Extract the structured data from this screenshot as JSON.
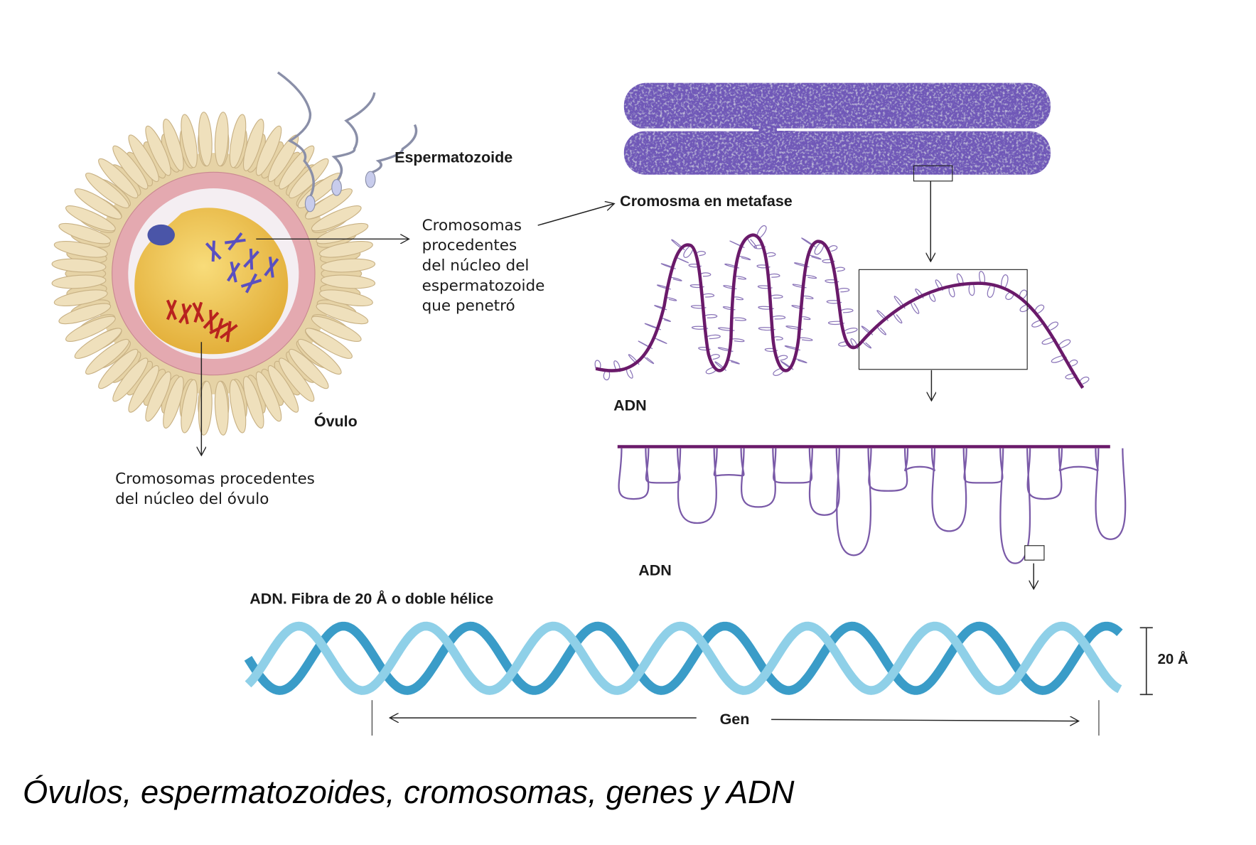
{
  "title": "Óvulos, espermatozoides, cromosomas, genes y ADN",
  "labels": {
    "sperm": "Espermatozoide",
    "ovum": "Óvulo",
    "sperm_chromosomes": [
      "Cromosomas",
      "procedentes",
      "del núcleo del",
      "espermatozoide",
      "que penetró"
    ],
    "ovum_chromosomes": [
      "Cromosomas procedentes",
      "del núcleo del óvulo"
    ],
    "metaphase": "Cromosma en metafase",
    "dna_1": "ADN",
    "dna_2": "ADN",
    "helix_title": "ADN. Fibra de 20 Å o doble hélice",
    "helix_width": "20 Å",
    "gene": "Gen"
  },
  "colors": {
    "corona": "#e6d3a6",
    "zona": "#e4a9b0",
    "yolk": "#efc24a",
    "paternal_chromosomes": "#5a4fc0",
    "maternal_chromosomes": "#b8231f",
    "chromosome": "#7058b8",
    "chromatin": "#6a1a6a",
    "helix_dark": "#3a9cc8",
    "helix_light": "#8fd0e8"
  }
}
